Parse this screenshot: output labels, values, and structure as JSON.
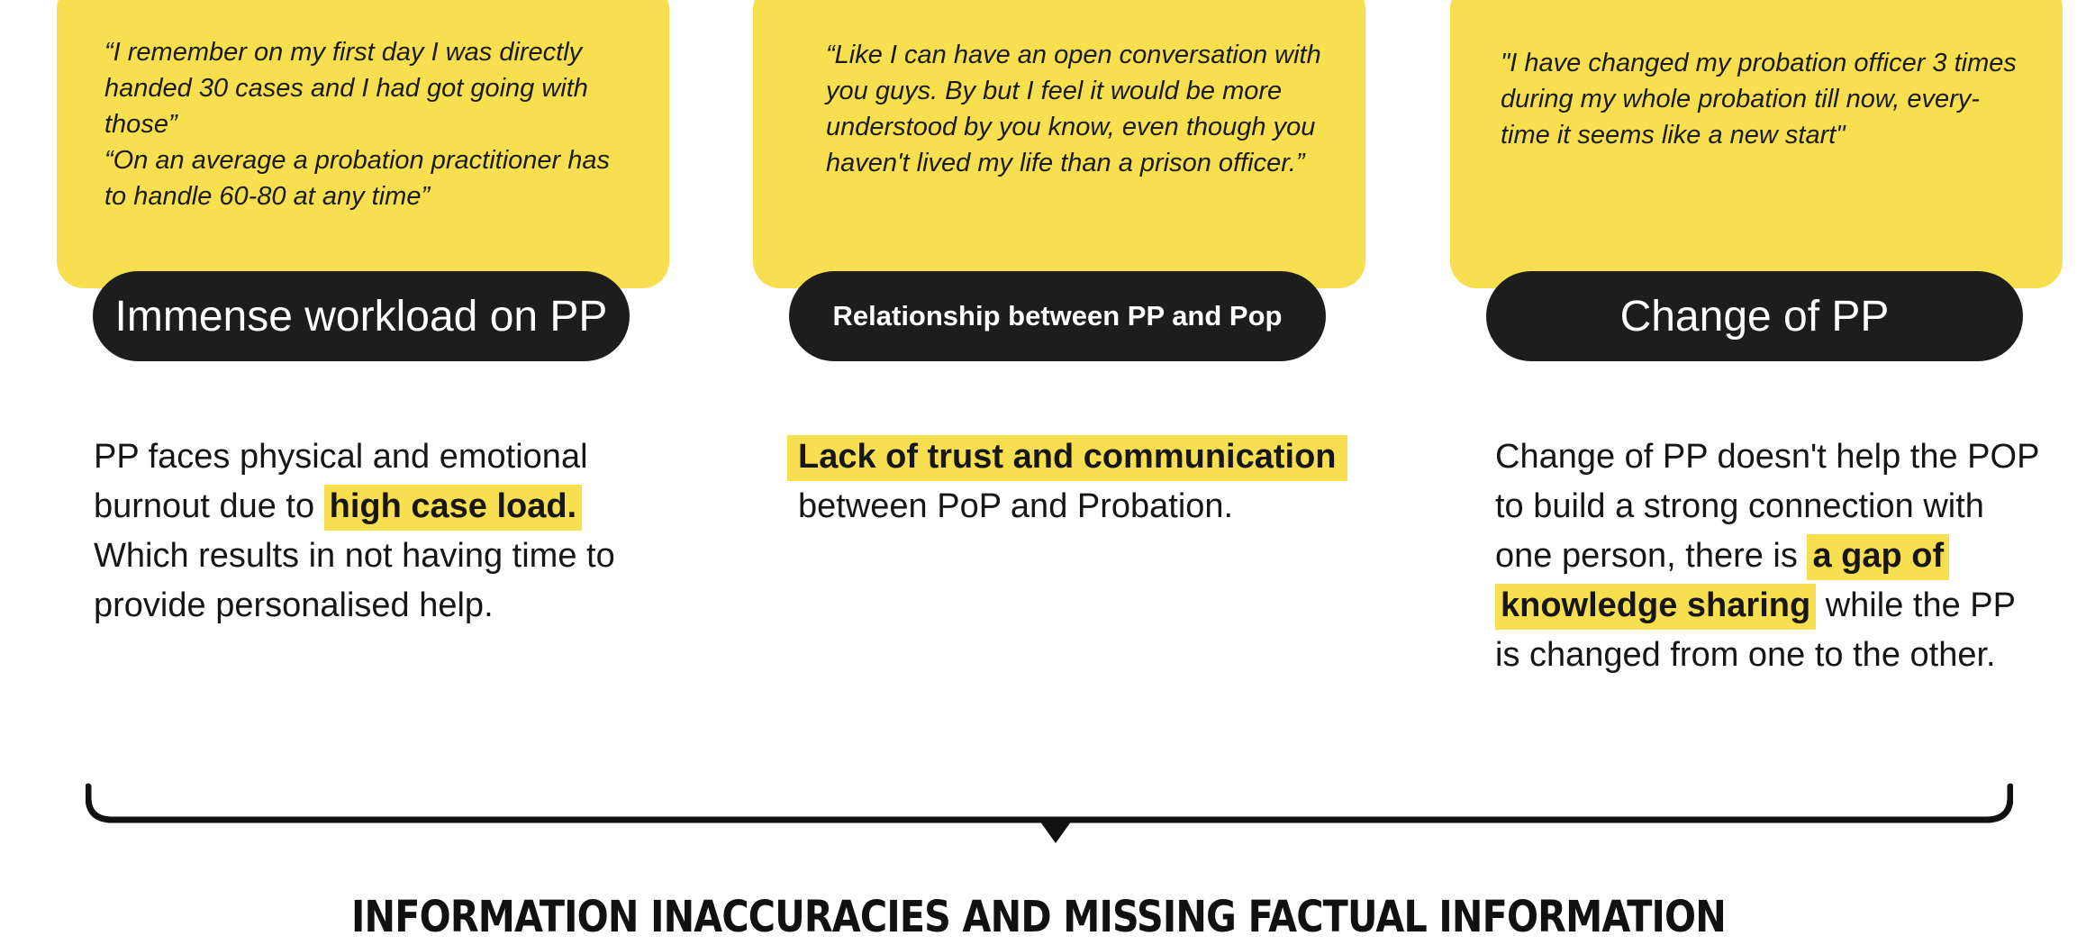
{
  "columns": [
    {
      "quote_lines": [
        "“I remember on my first day I was directly handed 30 cases and I had got going with those”",
        "“On an average a probation practitioner has to handle 60-80 at any time”"
      ],
      "pill_label": "Immense workload on PP",
      "body_before": "PP faces physical and emotional burnout due to ",
      "body_highlight": "high case load.",
      "body_after": " Which results in not having time to provide personalised help."
    },
    {
      "quote_lines": [
        "“Like I can have an open conversation with you guys. By but I feel it would be more understood by you know, even though you haven't lived my life than a prison officer.”"
      ],
      "pill_label": "Relationship between PP and Pop",
      "body_before": "",
      "body_highlight": "Lack of trust and communication",
      "body_after": " between PoP and Probation."
    },
    {
      "quote_lines": [
        "\"I have changed my probation officer 3 times during my whole probation till now, every-time it seems like a new start\""
      ],
      "pill_label": "Change of PP",
      "body_before": "Change of PP doesn't help the POP to build a strong connection with one person, there is ",
      "body_highlight": "a gap of knowledge sharing",
      "body_after": " while the PP is changed from one to the other."
    }
  ],
  "conclusion": "INFORMATION INACCURACIES AND MISSING FACTUAL INFORMATION",
  "colors": {
    "accent_yellow": "#F8DF4F",
    "pill_dark": "#1D1D1D",
    "text": "#161616"
  }
}
